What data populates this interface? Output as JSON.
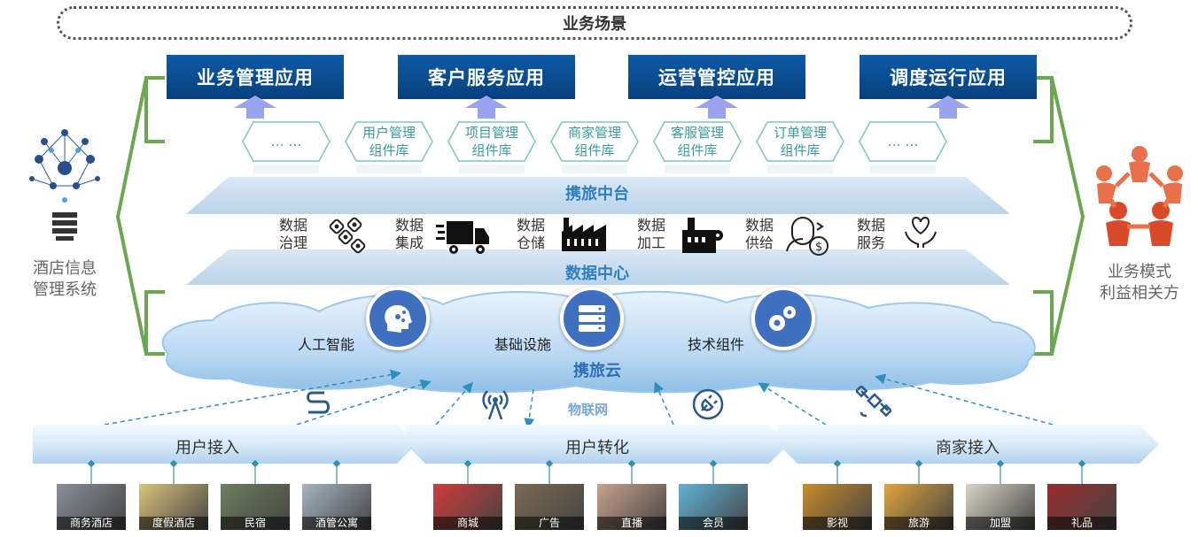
{
  "top_banner": "业务场景",
  "apps": [
    "业务管理应用",
    "客户服务应用",
    "运营管控应用",
    "调度运行应用"
  ],
  "components": [
    {
      "line1": "… …",
      "line2": ""
    },
    {
      "line1": "用户管理",
      "line2": "组件库"
    },
    {
      "line1": "项目管理",
      "line2": "组件库"
    },
    {
      "line1": "商家管理",
      "line2": "组件库"
    },
    {
      "line1": "客服管理",
      "line2": "组件库"
    },
    {
      "line1": "订单管理",
      "line2": "组件库"
    },
    {
      "line1": "… …",
      "line2": ""
    }
  ],
  "middle_platform": "携旅中台",
  "data_center": "数据中心",
  "data_items": [
    {
      "line1": "数据",
      "line2": "治理",
      "icon": "data-governance-icon"
    },
    {
      "line1": "数据",
      "line2": "集成",
      "icon": "truck-icon"
    },
    {
      "line1": "数据",
      "line2": "仓储",
      "icon": "warehouse-icon"
    },
    {
      "line1": "数据",
      "line2": "加工",
      "icon": "factory-icon"
    },
    {
      "line1": "数据",
      "line2": "供给",
      "icon": "supply-person-icon"
    },
    {
      "line1": "数据",
      "line2": "服务",
      "icon": "heart-hand-icon"
    }
  ],
  "cloud": {
    "name": "携旅云",
    "items": [
      {
        "label": "人工智能",
        "icon": "ai-head-icon"
      },
      {
        "label": "基础设施",
        "icon": "server-icon"
      },
      {
        "label": "技术组件",
        "icon": "gears-icon"
      }
    ]
  },
  "iot": "物联网",
  "side_left": {
    "line1": "酒店信息",
    "line2": "管理系统"
  },
  "side_right": {
    "line1": "业务模式",
    "line2": "利益相关方"
  },
  "bottom_sections": [
    "用户接入",
    "用户转化",
    "商家接入"
  ],
  "photos": [
    {
      "caption": "商务酒店",
      "color": "#8a8f98"
    },
    {
      "caption": "度假酒店",
      "color": "#d9c27a"
    },
    {
      "caption": "民宿",
      "color": "#6e7d5f"
    },
    {
      "caption": "酒管公寓",
      "color": "#a7b3bf"
    },
    {
      "caption": "商城",
      "color": "#d23a3a"
    },
    {
      "caption": "广告",
      "color": "#7a6a52"
    },
    {
      "caption": "直播",
      "color": "#c9a28c"
    },
    {
      "caption": "会员",
      "color": "#5fb3d9"
    },
    {
      "caption": "影视",
      "color": "#c98b2a"
    },
    {
      "caption": "旅游",
      "color": "#e0a43b"
    },
    {
      "caption": "加盟",
      "color": "#d8d4c8"
    },
    {
      "caption": "礼品",
      "color": "#9b2b2b"
    }
  ]
}
